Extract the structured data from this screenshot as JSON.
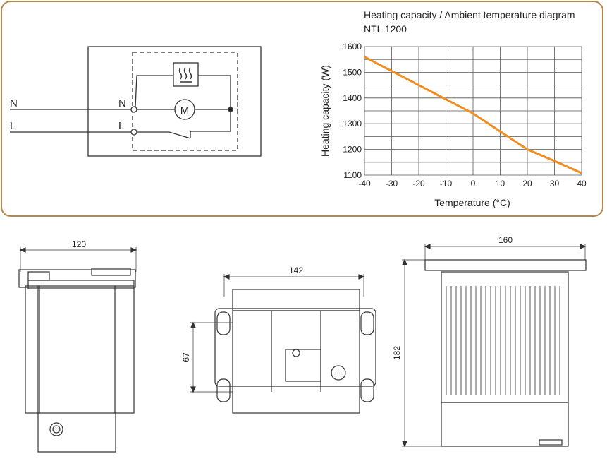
{
  "wiring": {
    "left_n": "N",
    "left_l": "L",
    "term_n": "N",
    "term_l": "L",
    "motor": "M",
    "heater_icon": "heater-icon"
  },
  "chart_data": {
    "type": "line",
    "title": "Heating capacity / Ambient temperature diagram",
    "subtitle": "NTL 1200",
    "xlabel": "Temperature (°C)",
    "ylabel": "Heating capacity (W)",
    "xlim": [
      -40,
      40
    ],
    "ylim": [
      1100,
      1600
    ],
    "xticks": [
      "-40",
      "-30",
      "-20",
      "-10",
      "0",
      "10",
      "20",
      "30",
      "40"
    ],
    "yticks": [
      "1100",
      "1200",
      "1300",
      "1400",
      "1500",
      "1600"
    ],
    "grid": true,
    "color": "#f28c1c",
    "x": [
      -40,
      -30,
      -20,
      -10,
      0,
      10,
      20,
      30,
      40
    ],
    "values": [
      1560,
      1505,
      1450,
      1395,
      1340,
      1270,
      1200,
      1155,
      1108
    ]
  },
  "dimensions": {
    "side_width": "120",
    "front_width": "142",
    "front_height": "67",
    "top_width": "160",
    "top_height": "182"
  }
}
